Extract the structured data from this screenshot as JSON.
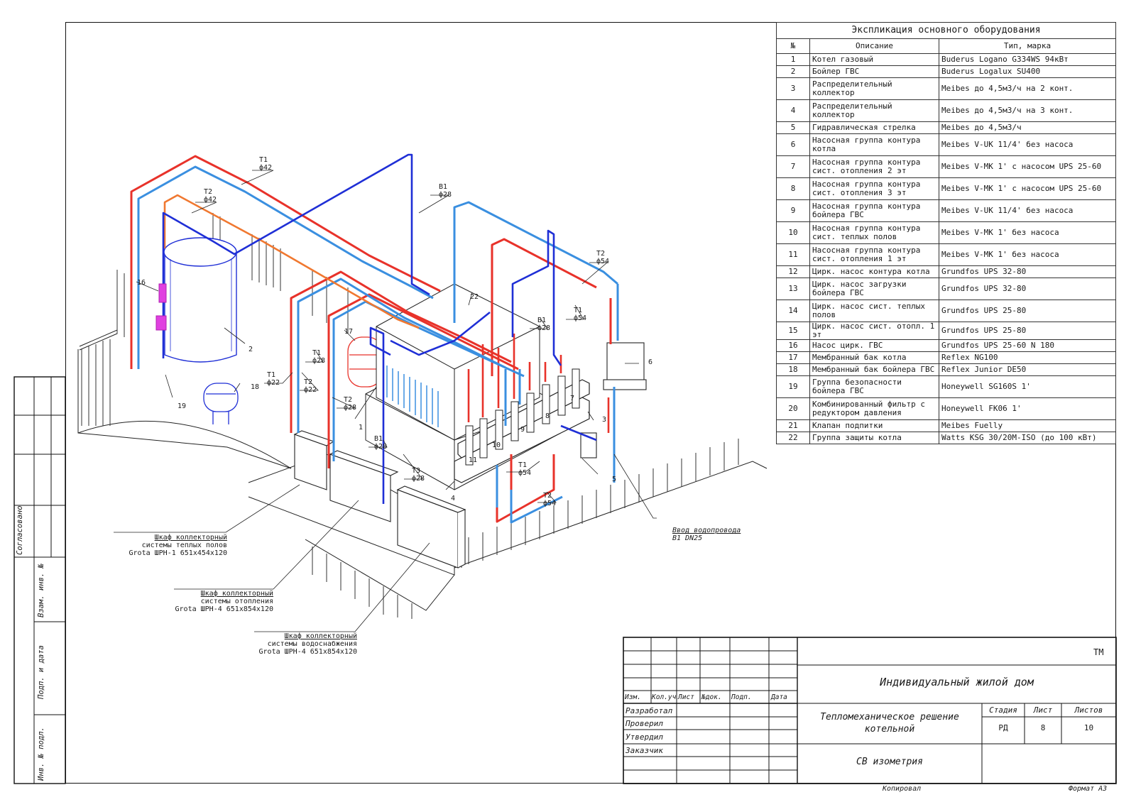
{
  "explication": {
    "title": "Экспликация основного оборудования",
    "col_num": "№",
    "col_desc": "Описание",
    "col_type": "Тип, марка",
    "rows": [
      {
        "n": "1",
        "desc": "Котел газовый",
        "type": "Buderus Logano G334WS 94кВт"
      },
      {
        "n": "2",
        "desc": "Бойлер ГВС",
        "type": "Buderus Logalux SU400"
      },
      {
        "n": "3",
        "desc": "Распределительный коллектор",
        "type": "Meibes до 4,5м3/ч на 2 конт."
      },
      {
        "n": "4",
        "desc": "Распределительный коллектор",
        "type": "Meibes до 4,5м3/ч на 3 конт."
      },
      {
        "n": "5",
        "desc": "Гидравлическая стрелка",
        "type": "Meibes до 4,5м3/ч"
      },
      {
        "n": "6",
        "desc": "Насосная группа контура котла",
        "type": "Meibes V-UK 11/4' без насоса"
      },
      {
        "n": "7",
        "desc": "Насосная группа контура сист. отопления 2 эт",
        "type": "Meibes V-MK 1' с насосом UPS 25-60"
      },
      {
        "n": "8",
        "desc": "Насосная группа контура сист. отопления 3 эт",
        "type": "Meibes V-MK 1' с насосом UPS 25-60"
      },
      {
        "n": "9",
        "desc": "Насосная группа контура бойлера ГВС",
        "type": "Meibes V-UK 11/4' без насоса"
      },
      {
        "n": "10",
        "desc": "Насосная группа контура сист. теплых полов",
        "type": "Meibes V-MK 1' без насоса"
      },
      {
        "n": "11",
        "desc": "Насосная группа контура сист. отопления 1 эт",
        "type": "Meibes V-MK 1' без насоса"
      },
      {
        "n": "12",
        "desc": "Цирк. насос контура котла",
        "type": "Grundfos UPS 32-80"
      },
      {
        "n": "13",
        "desc": "Цирк. насос загрузки бойлера ГВС",
        "type": "Grundfos UPS 32-80"
      },
      {
        "n": "14",
        "desc": "Цирк. насос сист. теплых полов",
        "type": "Grundfos UPS 25-80"
      },
      {
        "n": "15",
        "desc": "Цирк. насос сист. отопл. 1 эт",
        "type": "Grundfos UPS 25-80"
      },
      {
        "n": "16",
        "desc": "Насос цирк. ГВС",
        "type": "Grundfos UPS 25-60 N 180"
      },
      {
        "n": "17",
        "desc": "Мембранный бак котла",
        "type": "Reflex NG100"
      },
      {
        "n": "18",
        "desc": "Мембранный бак бойлера ГВС",
        "type": "Reflex Junior DE50"
      },
      {
        "n": "19",
        "desc": "Группа безопасности бойлера ГВС",
        "type": "Honeywell SG160S 1'"
      },
      {
        "n": "20",
        "desc": "Комбинированный фильтр с редуктором давления",
        "type": "Honeywell FK06 1'"
      },
      {
        "n": "21",
        "desc": "Клапан подпитки",
        "type": "Meibes Fuelly"
      },
      {
        "n": "22",
        "desc": "Группа защиты котла",
        "type": "Watts KSG 30/20M-ISO (до 100 кВт)"
      }
    ]
  },
  "pipe_labels": [
    {
      "code": "Т1",
      "dia": "ф42"
    },
    {
      "code": "Т2",
      "dia": "ф42"
    },
    {
      "code": "В1",
      "dia": "ф28"
    },
    {
      "code": "Т2",
      "dia": "ф54"
    },
    {
      "code": "Т1",
      "dia": "ф54"
    },
    {
      "code": "В1",
      "dia": "ф28"
    },
    {
      "code": "Т1",
      "dia": "ф28"
    },
    {
      "code": "Т1",
      "dia": "ф22"
    },
    {
      "code": "Т2",
      "dia": "ф22"
    },
    {
      "code": "Т2",
      "dia": "ф28"
    },
    {
      "code": "В1",
      "dia": "ф28"
    },
    {
      "code": "Т3",
      "dia": "ф28"
    },
    {
      "code": "Т1",
      "dia": "ф54"
    },
    {
      "code": "Т2",
      "dia": "ф54"
    }
  ],
  "callouts": [
    "1",
    "2",
    "3",
    "4",
    "5",
    "6",
    "7",
    "8",
    "9",
    "10",
    "11",
    "16",
    "17",
    "18",
    "19",
    "22"
  ],
  "water_inlet": {
    "line1": "Ввод водопровода",
    "line2": "В1 DN25"
  },
  "cabinets": [
    {
      "l1": "Шкаф коллекторный",
      "l2": "системы теплых полов",
      "l3": "Grota ШРН-1 651х454х120"
    },
    {
      "l1": "Шкаф коллекторный",
      "l2": "системы отопления",
      "l3": "Grota ШРН-4 651х854х120"
    },
    {
      "l1": "Шкаф коллекторный",
      "l2": "системы водоснабжения",
      "l3": "Grota ШРН-4 651х854х120"
    }
  ],
  "side_stamp": {
    "agreed": "Согласовано",
    "replaced": "Взам. инв. №",
    "signdate": "Подп. и дата",
    "invno": "Инв. № подл."
  },
  "title_block": {
    "code": "ТМ",
    "project": "Индивидуальный жилой дом",
    "section_l1": "Тепломеханическое решение",
    "section_l2": "котельной",
    "sheet_title": "СВ изометрия",
    "stage_h": "Стадия",
    "sheet_h": "Лист",
    "sheets_h": "Листов",
    "stage": "РД",
    "sheet": "8",
    "sheets": "10",
    "cols": [
      "Изм.",
      "Кол.уч",
      "Лист",
      "№док.",
      "Подп.",
      "Дата"
    ],
    "roles": [
      "Разработал",
      "Проверил",
      "Утвердил",
      "Заказчик"
    ],
    "copied": "Копировал",
    "format": "Формат А3"
  },
  "colors": {
    "supply": "#e8322a",
    "return": "#3a8fe0",
    "cold_water": "#1f2fd6",
    "hot_water": "#f07830",
    "line": "#222222"
  }
}
